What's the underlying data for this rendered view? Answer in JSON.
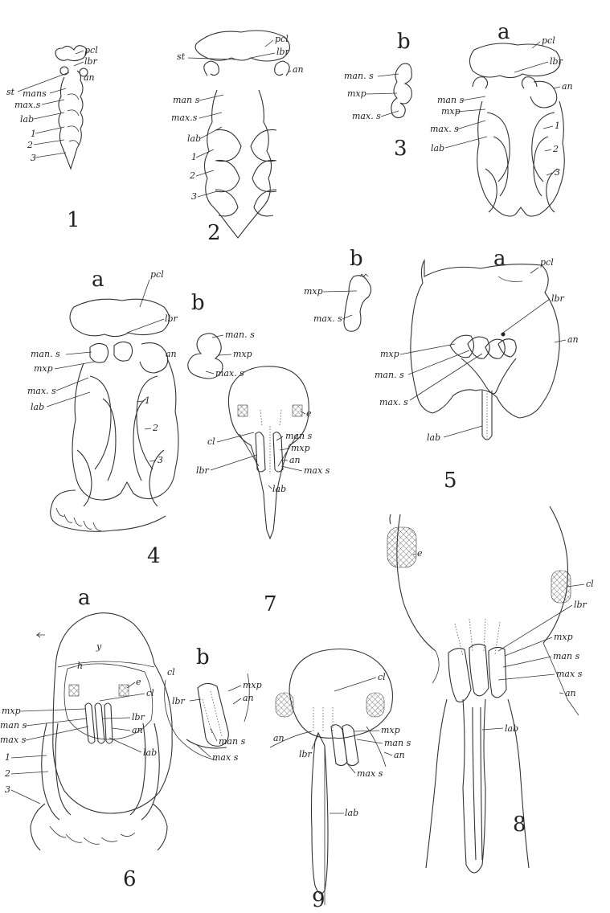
{
  "figures": {
    "fig1": {
      "number": "1",
      "labels": {
        "pcl": "pcl",
        "lbr": "lbr",
        "an": "an",
        "st": "st",
        "mans": "mans",
        "maxs": "max.s",
        "lab": "lab",
        "l1": "1",
        "l2": "2",
        "l3": "3"
      }
    },
    "fig2": {
      "number": "2",
      "labels": {
        "pcl": "pcl",
        "lbr": "lbr",
        "st": "st",
        "an": "an",
        "mans": "man s",
        "maxs": "max.s",
        "lab": "lab",
        "l1": "1",
        "l2": "2",
        "l3": "3"
      }
    },
    "fig3": {
      "number": "3",
      "a": "a",
      "b": "b",
      "b_labels": {
        "mans": "man. s",
        "mxp": "mxp",
        "maxs": "max. s"
      },
      "a_labels": {
        "pcl": "pcl",
        "lbr": "lbr",
        "an": "an",
        "mans": "man s",
        "mxp": "mxp",
        "maxs": "max. s",
        "lab": "lab",
        "l1": "1",
        "l2": "2",
        "l3": "3"
      }
    },
    "fig4": {
      "number": "4",
      "a": "a",
      "b": "b",
      "a_labels": {
        "pcl": "pcl",
        "lbr": "lbr",
        "mans": "man. s",
        "mxp": "mxp",
        "an": "an",
        "maxs": "max. s",
        "lab": "lab",
        "l1": "1",
        "l2": "2",
        "l3": "3"
      },
      "b_labels": {
        "mans": "man. s",
        "mxp": "mxp",
        "maxs": "max. s"
      }
    },
    "fig5": {
      "number": "5",
      "a": "a",
      "b": "b",
      "b_labels": {
        "mxp": "mxp",
        "maxs": "max. s"
      },
      "a_labels": {
        "pcl": "pcl",
        "lbr": "lbr",
        "an": "an",
        "mxp": "mxp",
        "mans": "man. s",
        "maxs": "max. s",
        "lab": "lab"
      }
    },
    "fig6": {
      "number": "6",
      "a": "a",
      "b": "b",
      "a_labels": {
        "y": "y",
        "h": "h",
        "e": "e",
        "cl": "cl",
        "mxp": "mxp",
        "mans": "man s",
        "maxs": "max s",
        "lbr": "lbr",
        "an": "an",
        "lab": "lab",
        "l1": "1",
        "l2": "2",
        "l3": "3"
      },
      "b_labels": {
        "cl": "cl",
        "lbr": "lbr",
        "mxp": "mxp",
        "an": "an",
        "mans": "man s",
        "maxs": "max s"
      }
    },
    "fig7": {
      "number": "7",
      "labels": {
        "e": "e",
        "cl": "cl",
        "mans": "man s",
        "mxp": "mxp",
        "an": "an",
        "maxs": "max s",
        "lbr": "lbr",
        "lab": "lab"
      }
    },
    "fig8": {
      "number": "8",
      "labels": {
        "e": "e",
        "cl": "cl",
        "lbr": "lbr",
        "mxp": "mxp",
        "mans": "man s",
        "maxs": "max s",
        "an": "an",
        "lab": "lab"
      }
    },
    "fig9": {
      "number": "9",
      "labels": {
        "cl": "cl",
        "mxp": "mxp",
        "mans": "man s",
        "an_right": "an",
        "an_left": "an",
        "lbr": "lbr",
        "maxs": "max s",
        "lab": "lab"
      }
    }
  }
}
